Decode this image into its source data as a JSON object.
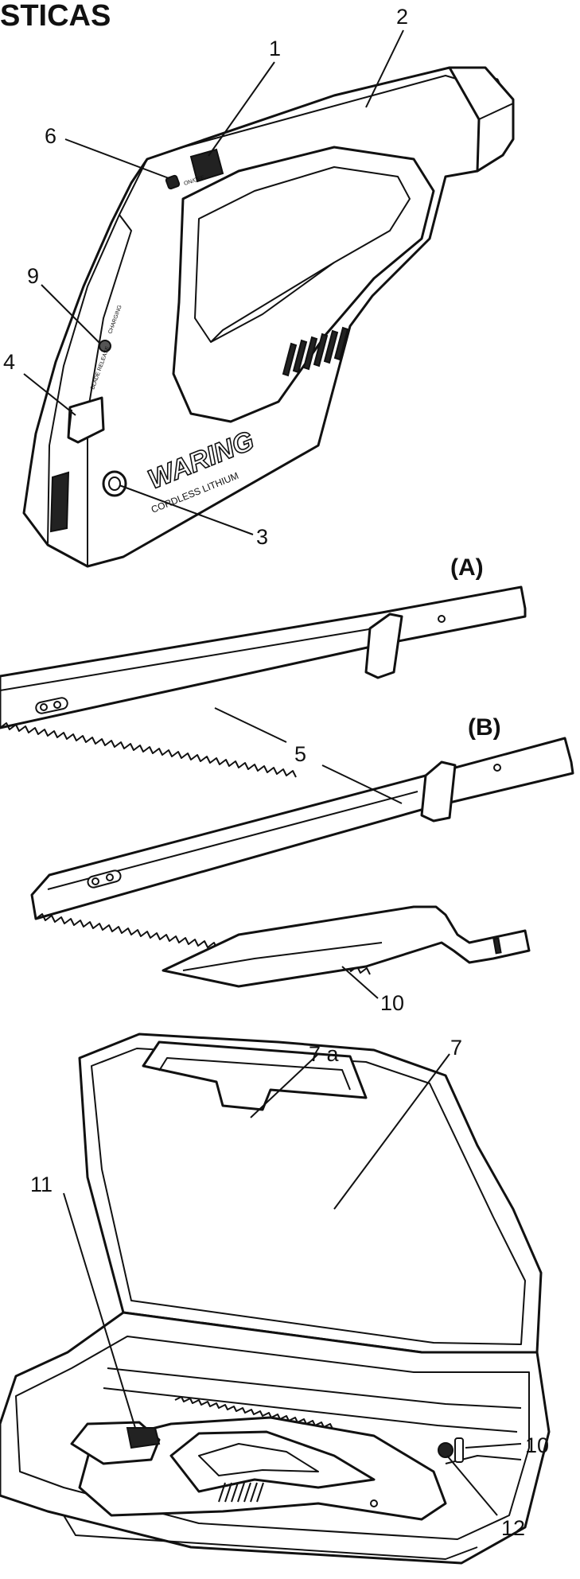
{
  "header": {
    "title_fragment": "STICAS"
  },
  "handle": {
    "brand": "WARING",
    "subbrand": "CORDLESS LITHIUM",
    "button_small_text": "BLADE RELEASE",
    "led_small_text": "CHARGING",
    "switch_small_text": "ON/OFF"
  },
  "blades": {
    "label_a": "(A)",
    "label_b": "(B)"
  },
  "callouts": {
    "c1": "1",
    "c2": "2",
    "c3": "3",
    "c4": "4",
    "c5": "5",
    "c6": "6",
    "c7": "7",
    "c7a": "7 a",
    "c9": "9",
    "c10_knife": "10",
    "c10_case": "10",
    "c11": "11",
    "c12": "12"
  }
}
